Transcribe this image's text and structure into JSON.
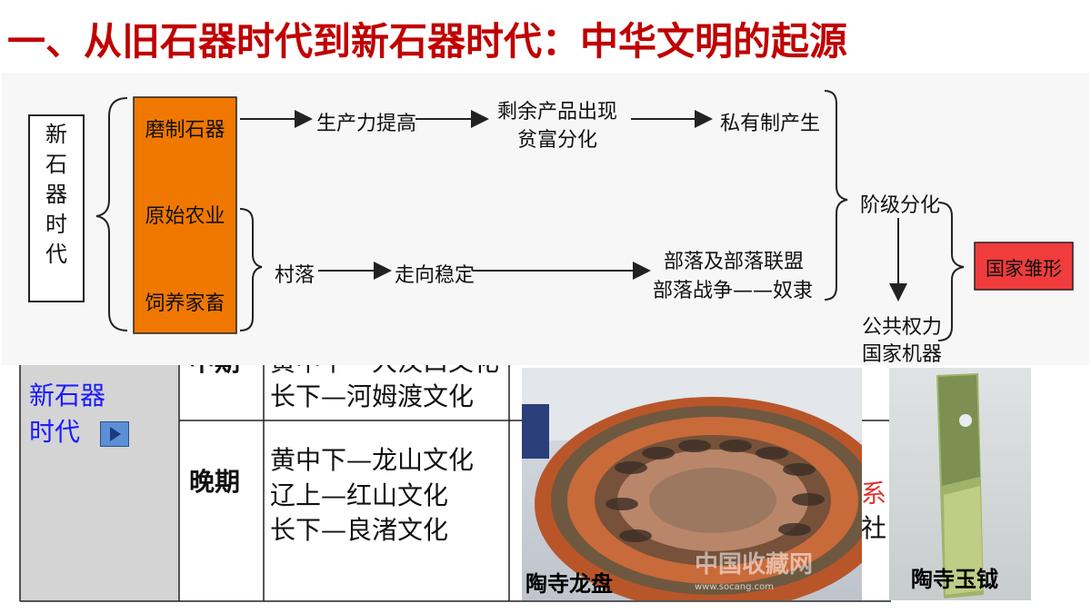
{
  "title": "一、从旧石器时代到新石器时代：中华文明的起源",
  "flow": {
    "root": [
      "新",
      "石",
      "器",
      "时",
      "代"
    ],
    "orange": [
      "磨制石器",
      "原始农业",
      "饲养家畜"
    ],
    "top_chain": [
      "生产力提高",
      "剩余产品出现",
      "贫富分化",
      "私有制产生"
    ],
    "bottom_chain": [
      "村落",
      "走向稳定",
      "部落及部落联盟",
      "部落战争——奴隶"
    ],
    "class": "阶级分化",
    "public": [
      "公共权力",
      "国家机器"
    ],
    "state": "国家雏形"
  },
  "table": {
    "era": "新石器时代",
    "era_line1": "新石器",
    "era_line2": "时代",
    "mid_label": "中期",
    "mid_lines": [
      "黄中下—大汶口文化",
      "长下—河姆渡文化"
    ],
    "late_label": "晚期",
    "late_lines": [
      "黄中下—龙山文化",
      "辽上—红山文化",
      "长下—良渚文化"
    ],
    "right_fragment_red": "系",
    "right_fragment": "社"
  },
  "images": {
    "plate_caption": "陶寺龙盘",
    "plate_watermark": "中国收藏网",
    "plate_site": "www.socang.com",
    "yue_caption": "陶寺玉钺"
  },
  "colors": {
    "title": "#c00000",
    "orange": "#f07800",
    "state_box": "#f03c3c",
    "era_text": "#1a1aff",
    "era_cell": "#d4d4d4"
  }
}
